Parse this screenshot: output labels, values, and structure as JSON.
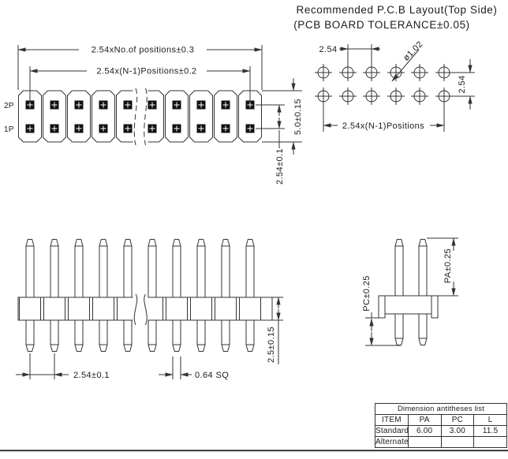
{
  "title": {
    "line1": "Recommended P.C.B Layout(Top Side)",
    "line2": "(PCB BOARD TOLERANCE±0.05)"
  },
  "top_view": {
    "row2_label": "2P",
    "row1_label": "1P",
    "dim_overall": "2.54xNo.of positions±0.3",
    "dim_span": "2.54x(N-1)Positions±0.2",
    "dim_height": "5.0±0.15",
    "dim_row_pitch": "2.54±0.1"
  },
  "pcb_layout": {
    "dim_pitch": "2.54",
    "dim_hole_dia": "ø1.02",
    "dim_row_pitch": "2.54",
    "dim_span": "2.54x(N-1)Positions"
  },
  "front_view": {
    "dim_pin_pitch": "2.54±0.1",
    "dim_pin_size": "0.64 SQ",
    "dim_body_height": "2.5±0.15"
  },
  "side_view": {
    "dim_above": "PA±0.25",
    "dim_below": "PC±0.25"
  },
  "table": {
    "title": "Dimension antitheses list",
    "headers": [
      "ITEM",
      "PA",
      "PC",
      "L"
    ],
    "rows": [
      [
        "Standard",
        "6.00",
        "3.00",
        "11.5"
      ],
      [
        "Alternate",
        "",
        "",
        ""
      ]
    ]
  },
  "colors": {
    "line": "#333333",
    "text": "#1c1c1c",
    "pin_fill": "#111111",
    "background": "#ffffff"
  }
}
